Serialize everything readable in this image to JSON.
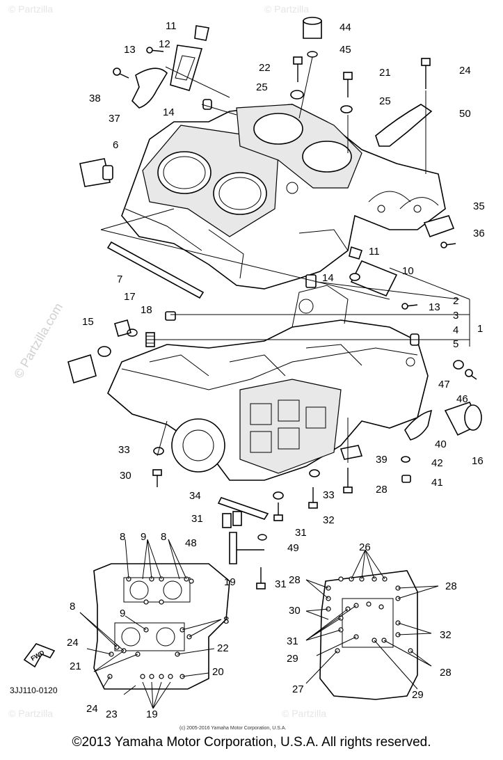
{
  "watermark": {
    "site": "© Partzilla.com",
    "faint": "© Partzilla"
  },
  "callouts": [
    "11",
    "12",
    "13",
    "38",
    "37",
    "14",
    "6",
    "44",
    "45",
    "22",
    "25",
    "21",
    "25",
    "24",
    "50",
    "35",
    "36",
    "11",
    "7",
    "10",
    "14",
    "2",
    "13",
    "3",
    "4",
    "1",
    "5",
    "17",
    "18",
    "15",
    "47",
    "46",
    "40",
    "42",
    "41",
    "16",
    "39",
    "33",
    "30",
    "28",
    "34",
    "33",
    "32",
    "31",
    "31",
    "48",
    "49",
    "31",
    "8",
    "9",
    "8",
    "19",
    "26",
    "28",
    "28",
    "30",
    "31",
    "32",
    "29",
    "28",
    "27",
    "29",
    "8",
    "9",
    "8",
    "24",
    "22",
    "21",
    "20",
    "24",
    "23",
    "19"
  ],
  "part_code": "3JJ110-0120",
  "fwd_label": "FWD",
  "small_copyright": "(c) 2005-2016 Yamaha Motor Corporation, U.S.A.",
  "copyright": "©2013 Yamaha Motor Corporation, U.S.A. All rights reserved."
}
